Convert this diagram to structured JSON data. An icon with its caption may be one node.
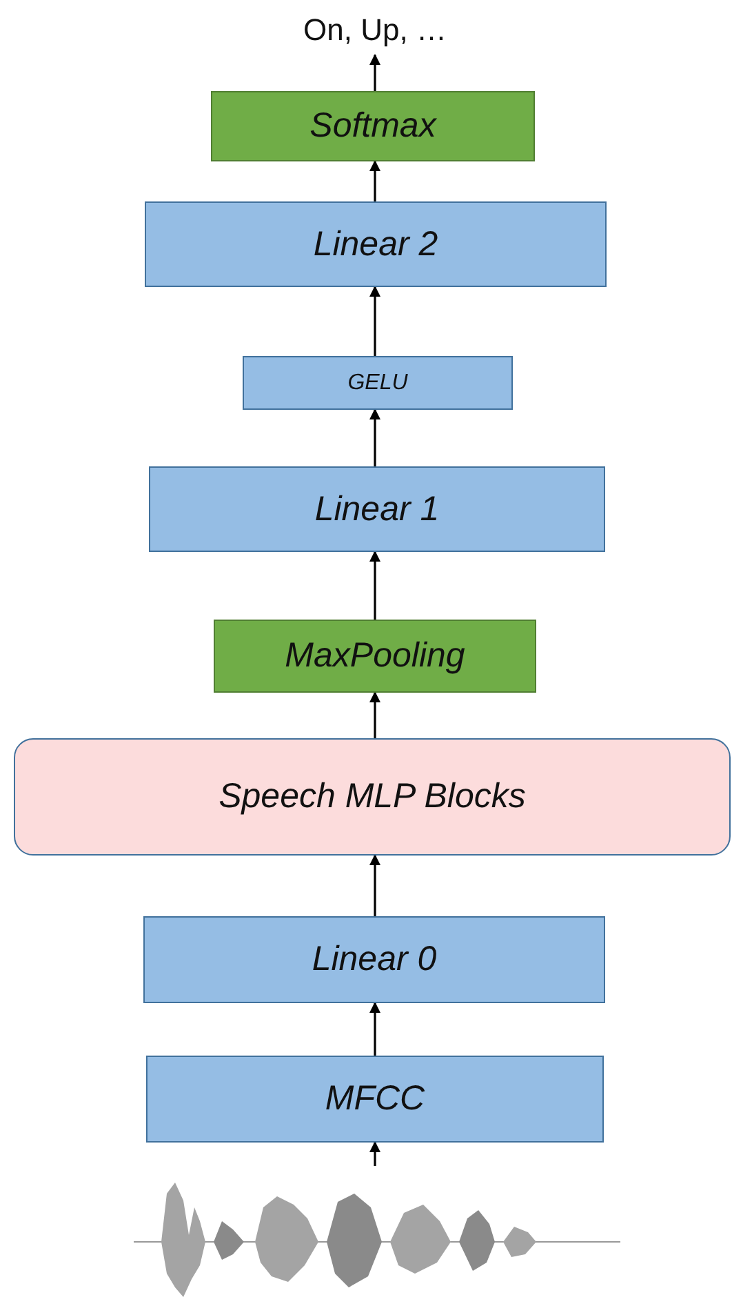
{
  "diagram": {
    "nodes": [
      {
        "text": [
          "On, Up, …"
        ]
      },
      {
        "text": [
          "Softmax"
        ]
      },
      {
        "text": [
          "Linear 2"
        ]
      },
      {
        "text": [
          "GELU"
        ]
      },
      {
        "text": [
          "Linear 1"
        ]
      },
      {
        "text": [
          "MaxPooling"
        ]
      },
      {
        "text": [
          "Speech MLP Blocks"
        ]
      },
      {
        "text": [
          "Linear 0"
        ]
      },
      {
        "text": [
          "MFCC"
        ]
      },
      {
        "text": [],
        "shape": "picture"
      }
    ],
    "edges": [
      {
        "from": 9,
        "to": 8,
        "arrow": "to"
      },
      {
        "from": 8,
        "to": 7,
        "arrow": "to"
      },
      {
        "from": 7,
        "to": 6,
        "arrow": "to"
      },
      {
        "from": 6,
        "to": 5,
        "arrow": "to"
      },
      {
        "from": 5,
        "to": 4,
        "arrow": "to"
      },
      {
        "from": 4,
        "to": 3,
        "arrow": "to"
      },
      {
        "from": 3,
        "to": 2,
        "arrow": "to"
      },
      {
        "from": 2,
        "to": 1,
        "arrow": "to"
      },
      {
        "from": 1,
        "to": 0,
        "arrow": "to"
      }
    ]
  }
}
